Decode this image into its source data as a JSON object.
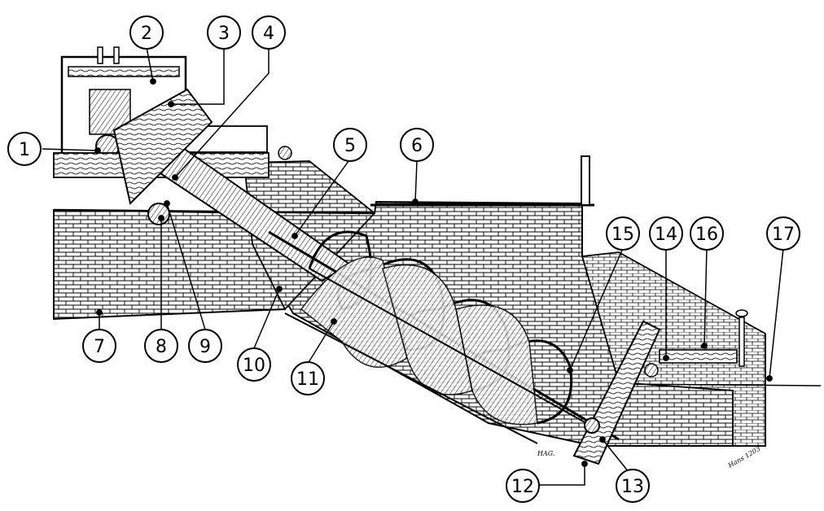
{
  "diagram": {
    "callouts": [
      "1",
      "2",
      "3",
      "4",
      "5",
      "6",
      "7",
      "8",
      "9",
      "10",
      "11",
      "12",
      "13",
      "14",
      "15",
      "16",
      "17"
    ],
    "signature": "Hans 1203",
    "plate_mark": "HAG."
  }
}
